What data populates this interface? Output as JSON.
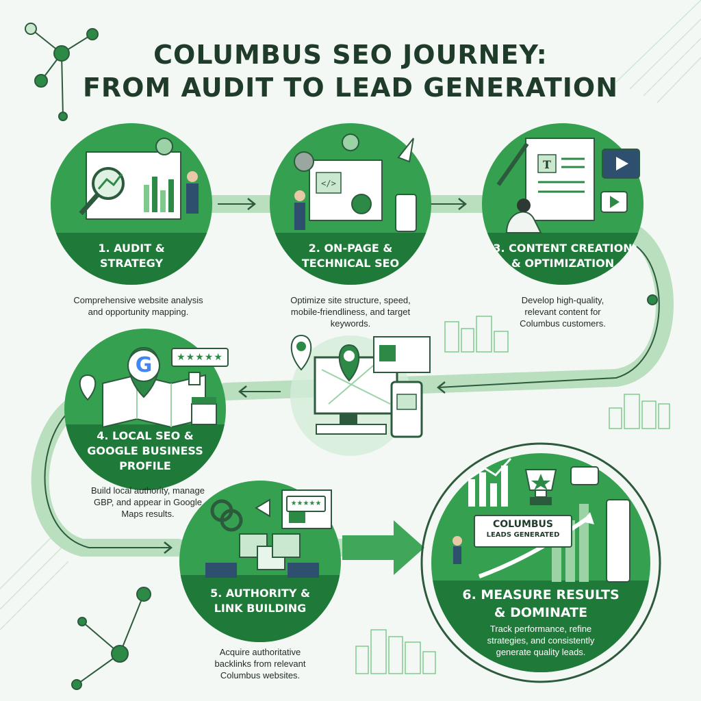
{
  "title": {
    "line1": "COLUMBUS SEO JOURNEY:",
    "line2": "FROM AUDIT TO LEAD GENERATION"
  },
  "steps": [
    {
      "label_line1": "1. AUDIT &",
      "label_line2": "STRATEGY",
      "desc_lines": [
        "Comprehensive website analysis",
        "and opportunity mapping."
      ]
    },
    {
      "label_line1": "2. ON-PAGE &",
      "label_line2": "TECHNICAL SEO",
      "desc_lines": [
        "Optimize site structure, speed,",
        "mobile-friendliness, and target",
        "keywords."
      ]
    },
    {
      "label_line1": "3. CONTENT CREATION",
      "label_line2": "& OPTIMIZATION",
      "desc_lines": [
        "Develop high-quality,",
        "relevant content for",
        "Columbus customers."
      ]
    },
    {
      "label_line1": "4. LOCAL SEO &",
      "label_line2": "GOOGLE BUSINESS",
      "label_line3": "PROFILE",
      "desc_lines": [
        "Build local authority, manage",
        "GBP, and appear in Google",
        "Maps results."
      ]
    },
    {
      "label_line1": "5. AUTHORITY &",
      "label_line2": "LINK BUILDING",
      "desc_lines": [
        "Acquire authoritative",
        "backlinks from relevant",
        "Columbus websites."
      ]
    },
    {
      "label_line1": "6. MEASURE RESULTS",
      "label_line2": "& DOMINATE",
      "desc_lines": [
        "Track performance, refine",
        "strategies, and consistently",
        "generate quality leads."
      ]
    }
  ],
  "banner": {
    "line1": "COLUMBUS",
    "line2": "LEADS GENERATED"
  },
  "google_letter": "G",
  "rating_stars": "★★★★★",
  "colors": {
    "primary_green": "#2d8a46",
    "dark_green": "#1f6b36",
    "light_green": "#a8d8b0",
    "path_green": "#b9dfbf",
    "title_text": "#1f3b2a",
    "background": "#f4f8f4"
  }
}
